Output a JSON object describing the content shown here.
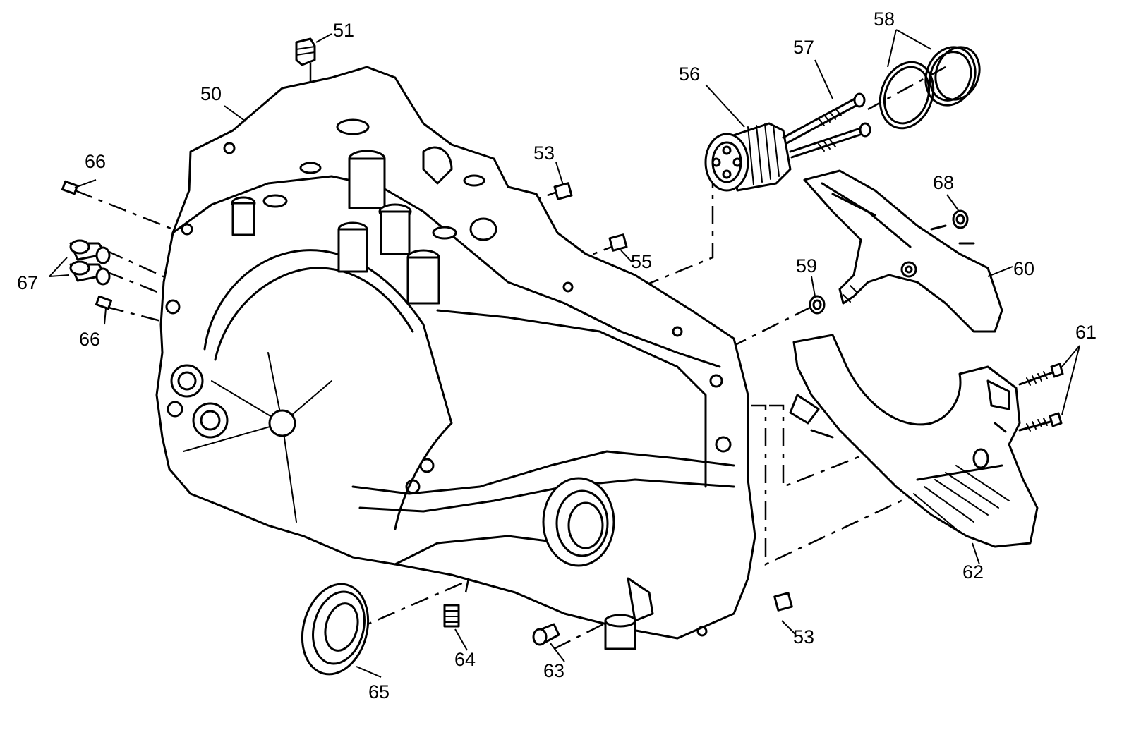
{
  "diagram": {
    "callouts": [
      {
        "id": "callout-50",
        "label": "50"
      },
      {
        "id": "callout-51",
        "label": "51"
      },
      {
        "id": "callout-53-top",
        "label": "53"
      },
      {
        "id": "callout-53-bottom",
        "label": "53"
      },
      {
        "id": "callout-55",
        "label": "55"
      },
      {
        "id": "callout-56",
        "label": "56"
      },
      {
        "id": "callout-57",
        "label": "57"
      },
      {
        "id": "callout-58",
        "label": "58"
      },
      {
        "id": "callout-59",
        "label": "59"
      },
      {
        "id": "callout-60",
        "label": "60"
      },
      {
        "id": "callout-61",
        "label": "61"
      },
      {
        "id": "callout-62",
        "label": "62"
      },
      {
        "id": "callout-63",
        "label": "63"
      },
      {
        "id": "callout-64",
        "label": "64"
      },
      {
        "id": "callout-65",
        "label": "65"
      },
      {
        "id": "callout-66-top",
        "label": "66"
      },
      {
        "id": "callout-66-bottom",
        "label": "66"
      },
      {
        "id": "callout-67",
        "label": "67"
      },
      {
        "id": "callout-68",
        "label": "68"
      }
    ]
  }
}
